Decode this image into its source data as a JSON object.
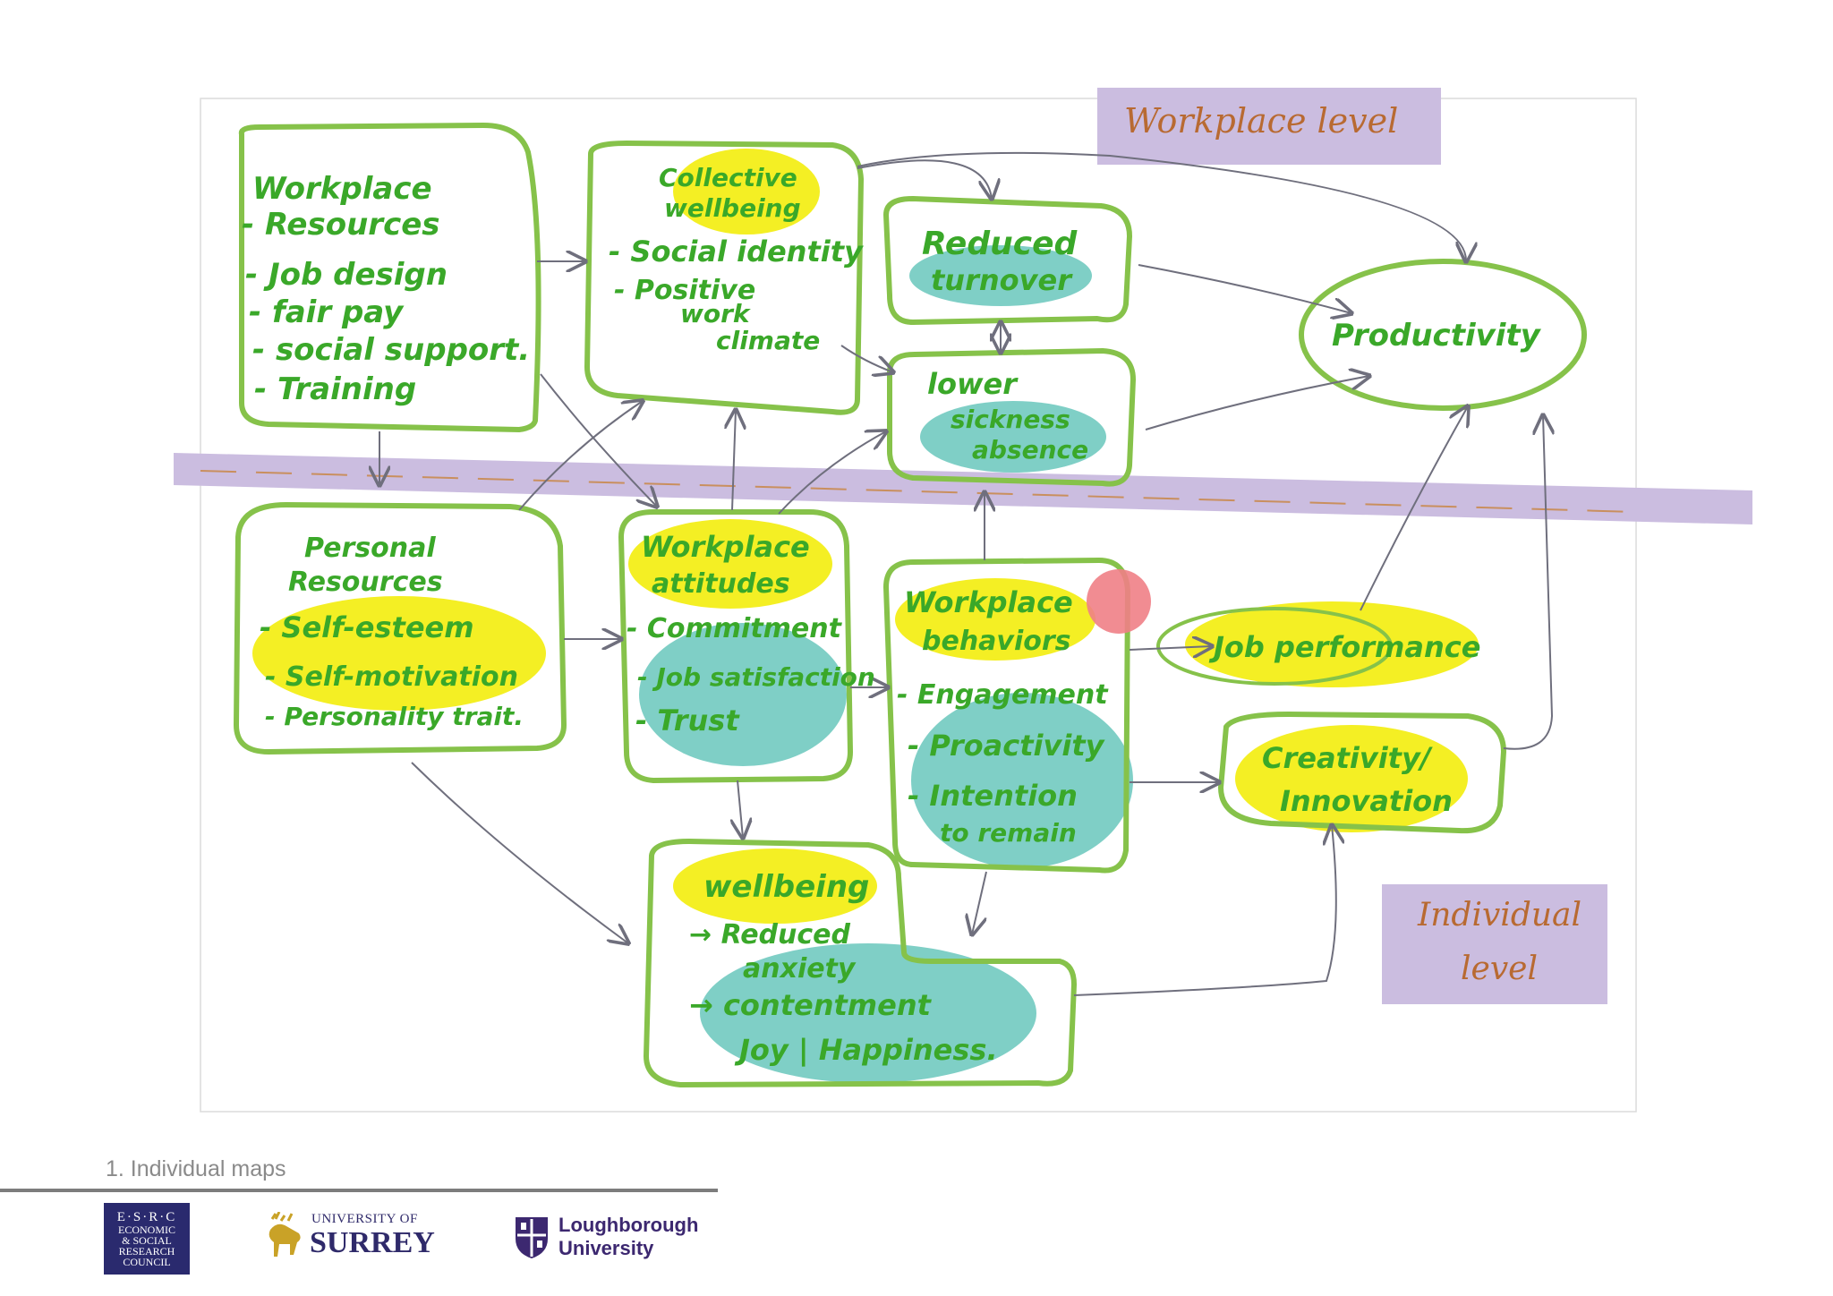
{
  "levels": {
    "workplace": "Workplace level",
    "individual_line1": "Individual",
    "individual_line2": "level"
  },
  "boxes": {
    "workplace_resources": {
      "lines": [
        "Workplace",
        "- Resources",
        "- Job design",
        "- fair pay",
        "- social support.",
        "- Training"
      ]
    },
    "collective_wellbeing": {
      "title": [
        "Collective",
        "wellbeing"
      ],
      "lines": [
        "- Social identity",
        "- Positive",
        "work",
        "climate"
      ]
    },
    "reduced_turnover": {
      "lines": [
        "Reduced",
        "turnover"
      ]
    },
    "lower_sickness": {
      "lines": [
        "lower",
        "sickness",
        "absence"
      ]
    },
    "productivity": {
      "label": "Productivity"
    },
    "personal_resources": {
      "title": [
        "Personal",
        "Resources"
      ],
      "lines": [
        "- Self-esteem",
        "- Self-motivation",
        "- Personality trait."
      ]
    },
    "workplace_attitudes": {
      "title": [
        "Workplace",
        "attitudes"
      ],
      "lines": [
        "- Commitment",
        "- Job satisfaction",
        "- Trust"
      ]
    },
    "workplace_behaviors": {
      "title": [
        "Workplace",
        "behaviors"
      ],
      "lines": [
        "- Engagement",
        "- Proactivity",
        "- Intention",
        "to remain"
      ]
    },
    "job_performance": {
      "label": "Job performance"
    },
    "creativity": {
      "lines": [
        "Creativity/",
        "Innovation"
      ]
    },
    "wellbeing": {
      "title": "wellbeing",
      "lines": [
        "→ Reduced",
        "anxiety",
        "→ contentment",
        "Joy | Happiness."
      ]
    }
  },
  "caption": "1. Individual maps",
  "logos": {
    "esrc_line1": "E·S·R·C",
    "esrc_lines": [
      "ECONOMIC",
      "& SOCIAL",
      "RESEARCH",
      "COUNCIL"
    ],
    "surrey_univ": "UNIVERSITY OF",
    "surrey_name": "SURREY",
    "lboro_line1": "Loughborough",
    "lboro_line2": "University"
  },
  "colors": {
    "green_ink": "#3aa829",
    "box_stroke": "#86c24a",
    "yellow_highlight": "#f4ef24",
    "teal_highlight": "#7fcfc6",
    "lavender_band": "#cbbde0",
    "orange_ink": "#b86a32",
    "pointer_dot": "#f07f86"
  }
}
